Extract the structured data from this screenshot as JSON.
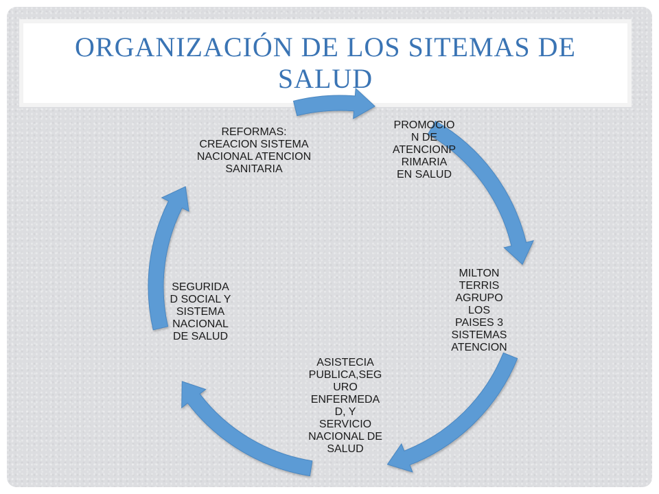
{
  "slide": {
    "title": "ORGANIZACIÓN DE LOS SITEMAS DE SALUD"
  },
  "colors": {
    "title": "#3a74b4",
    "arrow": "#5b9bd5",
    "background": "#dcdde0"
  },
  "diagram": {
    "type": "cycle",
    "nodes": [
      {
        "id": "promocion",
        "text": "PROMOCIO\nN DE\nATENCIONP\nRIMARIA\nEN SALUD"
      },
      {
        "id": "milton",
        "text": "MILTON\nTERRIS\nAGRUPO\nLOS\nPAISES 3\nSISTEMAS\nATENCION"
      },
      {
        "id": "asistecia",
        "text": "ASISTECIA\nPUBLICA,SEG\nURO\nENFERMEDA\nD, Y\nSERVICIO\nNACIONAL DE\nSALUD"
      },
      {
        "id": "seguridad",
        "text": "SEGURIDA\nD SOCIAL Y\nSISTEMA\nNACIONAL\nDE SALUD"
      },
      {
        "id": "reformas",
        "text": "REFORMAS:\nCREACION SISTEMA\nNACIONAL ATENCION\nSANITARIA"
      }
    ]
  }
}
